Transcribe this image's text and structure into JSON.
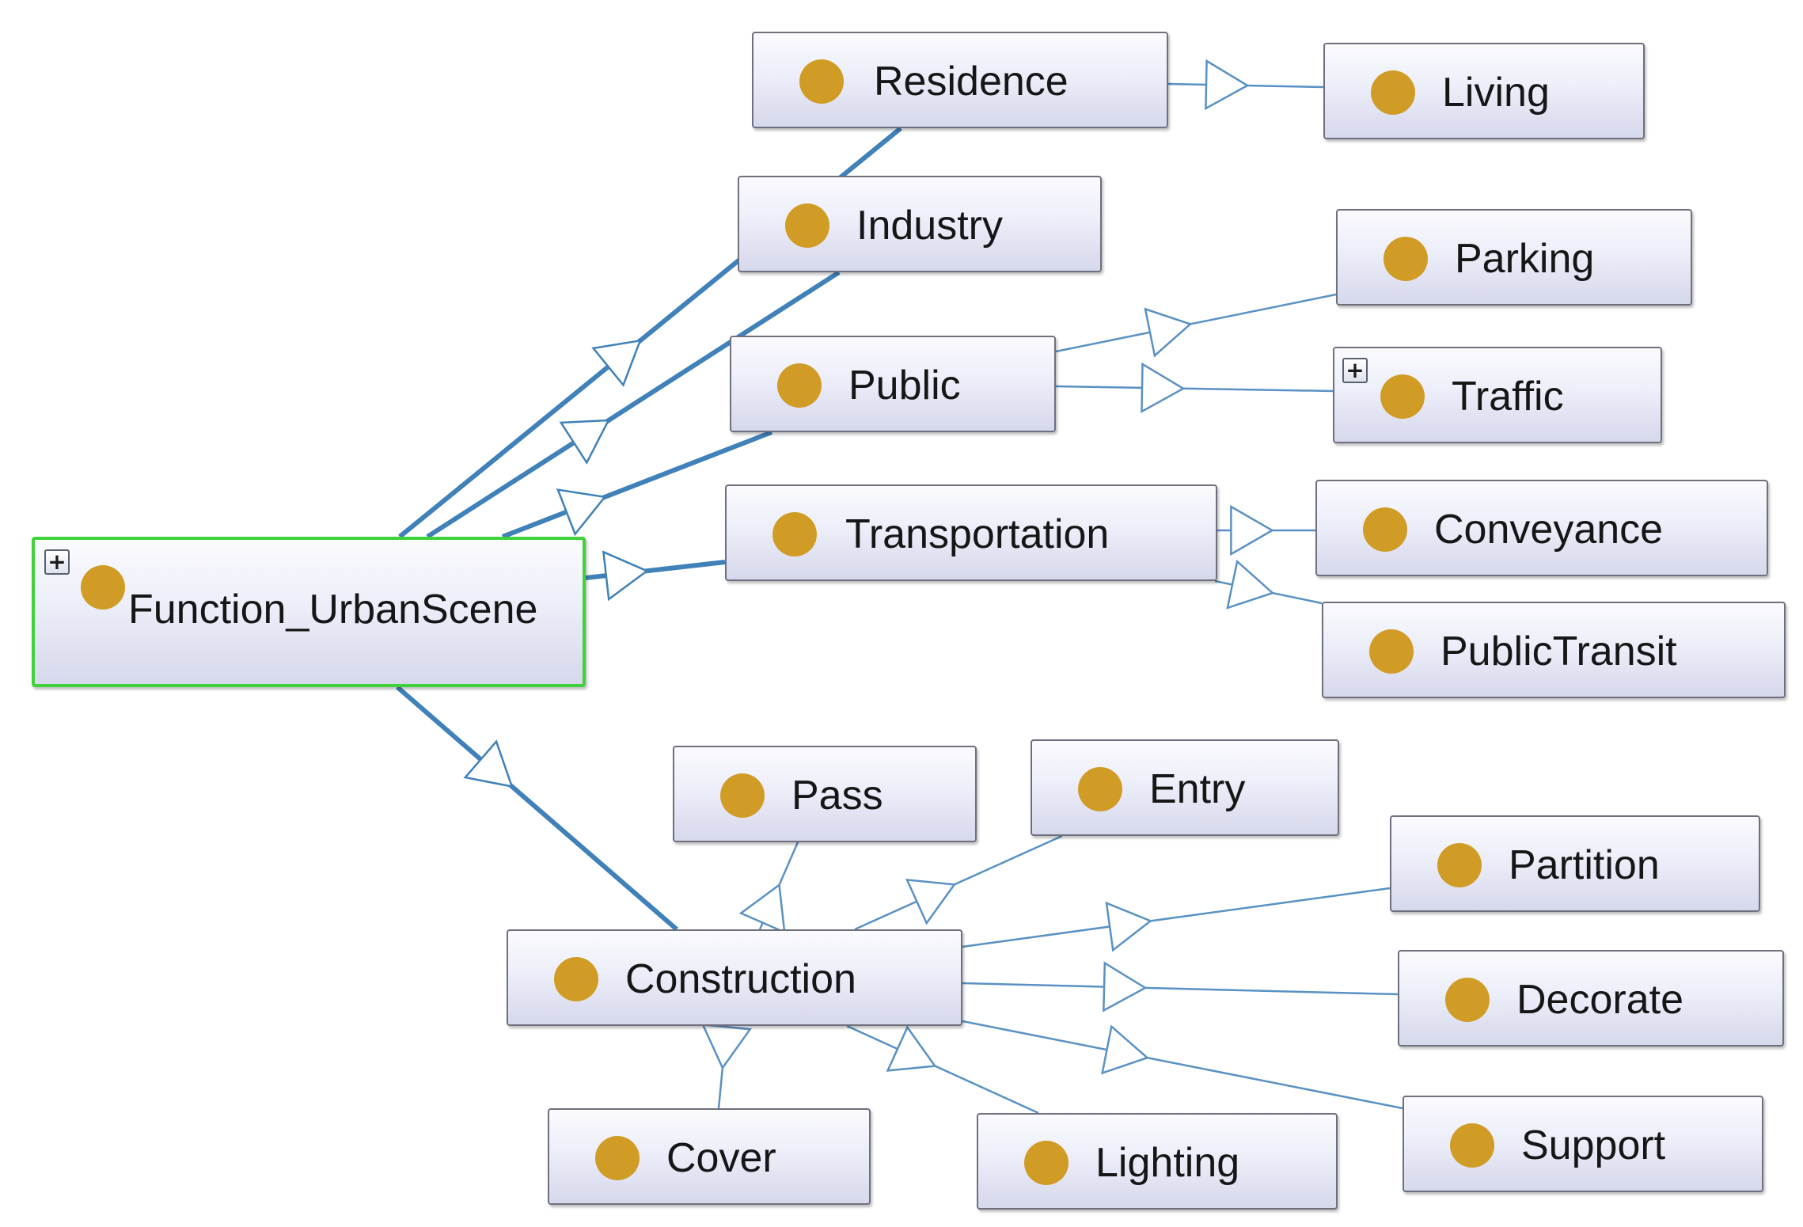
{
  "diagram": {
    "nodes": [
      {
        "id": "function-urbanscene",
        "label": "Function_UrbanScene",
        "expandable": true,
        "root": true
      },
      {
        "id": "residence",
        "label": "Residence"
      },
      {
        "id": "living",
        "label": "Living"
      },
      {
        "id": "industry",
        "label": "Industry"
      },
      {
        "id": "public",
        "label": "Public"
      },
      {
        "id": "parking",
        "label": "Parking"
      },
      {
        "id": "traffic",
        "label": "Traffic",
        "expandable": true
      },
      {
        "id": "transportation",
        "label": "Transportation"
      },
      {
        "id": "conveyance",
        "label": "Conveyance"
      },
      {
        "id": "publictransit",
        "label": "PublicTransit"
      },
      {
        "id": "construction",
        "label": "Construction"
      },
      {
        "id": "pass",
        "label": "Pass"
      },
      {
        "id": "entry",
        "label": "Entry"
      },
      {
        "id": "partition",
        "label": "Partition"
      },
      {
        "id": "decorate",
        "label": "Decorate"
      },
      {
        "id": "support",
        "label": "Support"
      },
      {
        "id": "lighting",
        "label": "Lighting"
      },
      {
        "id": "cover",
        "label": "Cover"
      }
    ],
    "edges": [
      {
        "from": "function-urbanscene",
        "to": "residence",
        "style": "primary"
      },
      {
        "from": "function-urbanscene",
        "to": "industry",
        "style": "primary"
      },
      {
        "from": "function-urbanscene",
        "to": "public",
        "style": "primary"
      },
      {
        "from": "function-urbanscene",
        "to": "transportation",
        "style": "primary"
      },
      {
        "from": "function-urbanscene",
        "to": "construction",
        "style": "primary"
      },
      {
        "from": "residence",
        "to": "living",
        "style": "secondary"
      },
      {
        "from": "public",
        "to": "parking",
        "style": "secondary"
      },
      {
        "from": "public",
        "to": "traffic",
        "style": "secondary"
      },
      {
        "from": "transportation",
        "to": "conveyance",
        "style": "secondary"
      },
      {
        "from": "transportation",
        "to": "publictransit",
        "style": "secondary"
      },
      {
        "from": "construction",
        "to": "pass",
        "style": "secondary"
      },
      {
        "from": "construction",
        "to": "entry",
        "style": "secondary"
      },
      {
        "from": "construction",
        "to": "partition",
        "style": "secondary"
      },
      {
        "from": "construction",
        "to": "decorate",
        "style": "secondary"
      },
      {
        "from": "construction",
        "to": "support",
        "style": "secondary"
      },
      {
        "from": "construction",
        "to": "lighting",
        "style": "secondary"
      },
      {
        "from": "construction",
        "to": "cover",
        "style": "secondary"
      }
    ],
    "expand_symbol": "+",
    "colors": {
      "class_dot": "#d09c26",
      "root_border": "#3fd23a",
      "primary_edge": "#3f81b8",
      "secondary_edge": "#5a91c4",
      "node_border": "#6f6f7e"
    }
  }
}
